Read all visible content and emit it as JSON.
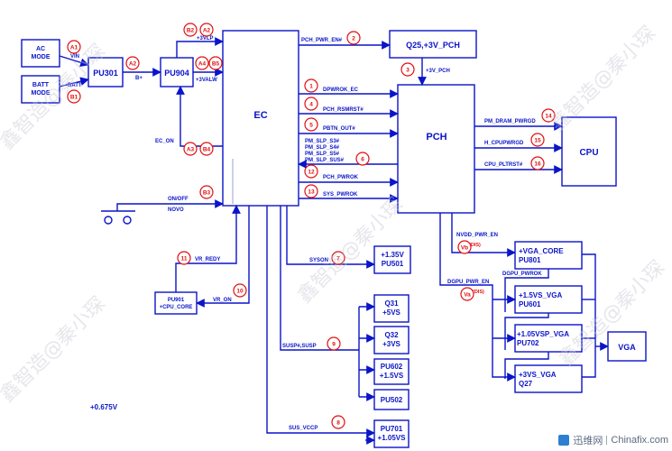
{
  "blocks": {
    "ac_mode": "AC\nMODE",
    "batt_mode": "BATT\nMODE",
    "pu301": "PU301",
    "pu904": "PU904",
    "ec": "EC",
    "q25": "Q25,+3V_PCH",
    "pch": "PCH",
    "cpu": "CPU",
    "pu501": "+1.35V\nPU501",
    "pu901": "PU901\n+CPU_CORE",
    "pu801": "+VGA_CORE\nPU801",
    "pu601": "+1.5VS_VGA\nPU601",
    "pu702": "+1.05VSP_VGA\nPU702",
    "q27": "+3VS_VGA\nQ27",
    "vga": "VGA",
    "q31": "Q31\n+5VS",
    "q32": "Q32\n+3VS",
    "pu602": "PU602\n+1.5VS",
    "pu502": "PU502",
    "pu701": "PU701\n+1.05VS"
  },
  "signals": {
    "vin": "VIN",
    "batt": "BATT",
    "bplus": "B+",
    "v3vlp": "+3VLP",
    "v3valw": "+3VALW",
    "ec_on": "EC_ON",
    "onoff": "ON/OFF",
    "novo": "NOVO",
    "pch_pwr_en": "PCH_PWR_EN#",
    "v3v_pch": "+3V_PCH",
    "dpwrok_ec": "DPWROK_EC",
    "pch_rsmrst": "PCH_RSMRST#",
    "pbtn_out": "PBTN_OUT#",
    "pm_slp_s3": "PM_SLP_S3#",
    "pm_slp_s4": "PM_SLP_S4#",
    "pm_slp_s5": "PM_SLP_S5#",
    "pm_slp_sus": "PM_SLP_SUS#",
    "pch_pwrok": "PCH_PWROK",
    "sys_pwrok": "SYS_PWROK",
    "pm_dram_pwrgd": "PM_DRAM_PWRGD",
    "h_cpupwrgd": "H_CPUPWRGD",
    "cpu_pltrst": "CPU_PLTRST#",
    "nvdd_pwr_en": "NVDD_PWR_EN",
    "dgpu_pwr_en": "DGPU_PWR_EN",
    "dgpu_pwrok": "DGPU_PWROK",
    "dis": "(DIS)",
    "syson": "SYSON",
    "vr_redy": "VR_REDY",
    "vr_on": "VR_ON",
    "susp": "SUSP#,SUSP",
    "sus_vccp": "SUS_VCCP",
    "v0675": "+0.675V"
  },
  "markers": {
    "a1": "A1",
    "b1": "B1",
    "a2": "A2",
    "b2": "B2",
    "a2b": "A2",
    "a4": "A4",
    "b5": "B5",
    "a3": "A3",
    "b4": "B4",
    "b3": "B3",
    "n1": "1",
    "n2": "2",
    "n3": "3",
    "n4": "4",
    "n5": "5",
    "n6": "6",
    "n7": "7",
    "n8": "8",
    "n9": "9",
    "n10": "10",
    "n11": "11",
    "n12": "12",
    "n13": "13",
    "n14": "14",
    "n15": "15",
    "n16": "16",
    "vb": "Vb",
    "va": "Va"
  },
  "watermark": "鑫智造@秦小琛",
  "footer": {
    "brand_cn": "迅维网",
    "brand_url": "Chinafix.com"
  },
  "colors": {
    "line": "#0a14c8",
    "marker": "#e01010",
    "text": "#0a14c8"
  }
}
